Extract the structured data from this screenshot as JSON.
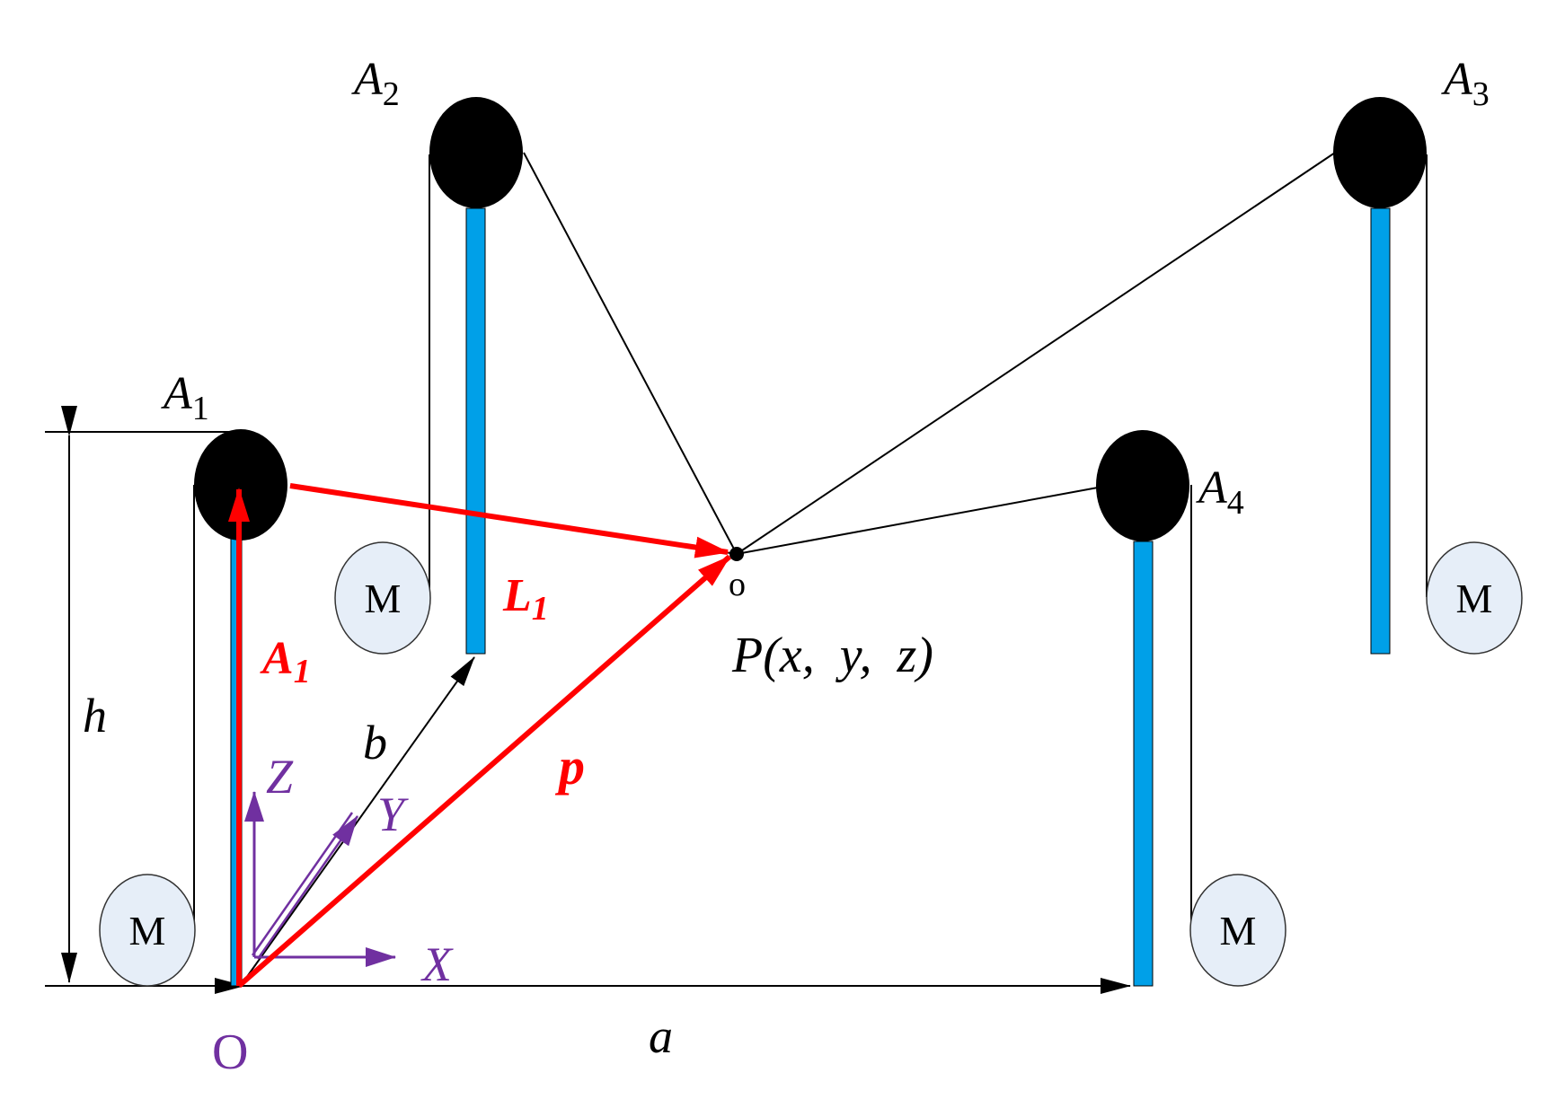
{
  "colors": {
    "pole": "#00a0e8",
    "pulley": "#000000",
    "motor_fill": "#e6eef8",
    "vector": "#ff0000",
    "axis": "#7030a0",
    "cable": "#000000"
  },
  "labels": {
    "A1_letter": "A",
    "A1_sub": "1",
    "A2_letter": "A",
    "A2_sub": "2",
    "A3_letter": "A",
    "A3_sub": "3",
    "A4_letter": "A",
    "A4_sub": "4",
    "motor": "M",
    "h": "h",
    "a": "a",
    "b": "b",
    "origin": "O",
    "small_o": "o",
    "point": "P(x,  y,  z)",
    "axis_X": "X",
    "axis_Y": "Y",
    "axis_Z": "Z",
    "vec_A1_letter": "A",
    "vec_A1_sub": "1",
    "vec_L1_letter": "L",
    "vec_L1_sub": "1",
    "vec_p": "p"
  }
}
